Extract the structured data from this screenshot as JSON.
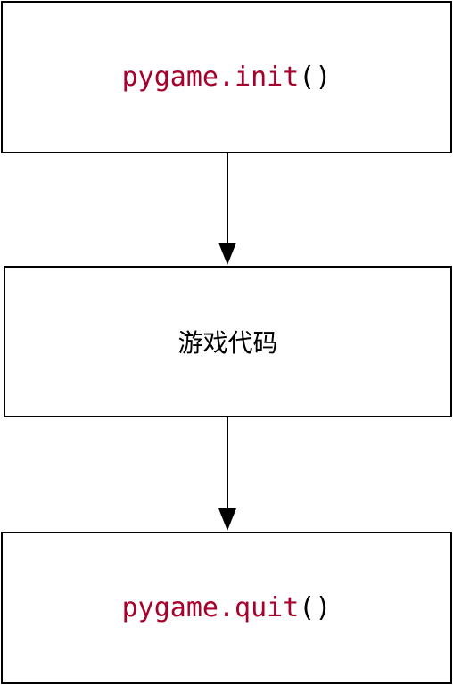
{
  "nodes": {
    "init": {
      "module": "pygame",
      "dot": ".",
      "func": "init",
      "parens": "()"
    },
    "game": {
      "label": "游戏代码"
    },
    "quit": {
      "module": "pygame",
      "dot": ".",
      "func": "quit",
      "parens": "()"
    }
  },
  "colors": {
    "code_keyword": "#a8002c",
    "text": "#000000",
    "border": "#000000",
    "background": "#ffffff"
  },
  "edges": [
    {
      "from": "init",
      "to": "game"
    },
    {
      "from": "game",
      "to": "quit"
    }
  ]
}
